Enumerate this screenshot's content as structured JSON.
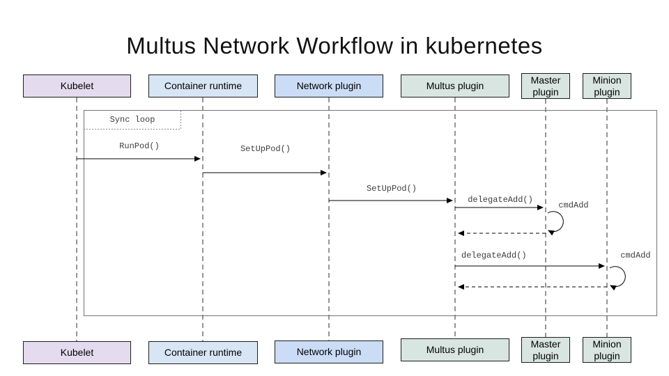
{
  "title": "Multus Network Workflow in kubernetes",
  "actors": [
    {
      "label": "Kubelet",
      "color": "#e4dbee"
    },
    {
      "label": "Container runtime",
      "color": "#d7e5f4"
    },
    {
      "label": "Network plugin",
      "color": "#cbdcf6"
    },
    {
      "label": "Multus plugin",
      "color": "#d9e5e0"
    },
    {
      "label": "Master plugin",
      "color": "#d9e5e0"
    },
    {
      "label": "Minion plugin",
      "color": "#d9e5e0"
    }
  ],
  "frame": {
    "sync_loop_label": "Sync loop"
  },
  "messages": [
    {
      "from": "Kubelet",
      "to": "Container runtime",
      "label": "RunPod()",
      "style": "solid"
    },
    {
      "from": "Container runtime",
      "to": "Network plugin",
      "label": "SetUpPod()",
      "style": "solid"
    },
    {
      "from": "Network plugin",
      "to": "Multus plugin",
      "label": "SetUpPod()",
      "style": "solid"
    },
    {
      "from": "Multus plugin",
      "to": "Master plugin",
      "label": "delegateAdd()",
      "style": "solid"
    },
    {
      "from": "Master plugin",
      "to": "Master plugin",
      "label": "cmdAdd",
      "style": "self-loop"
    },
    {
      "from": "Master plugin",
      "to": "Multus plugin",
      "label": "",
      "style": "dashed-return"
    },
    {
      "from": "Multus plugin",
      "to": "Minion plugin",
      "label": "delegateAdd()",
      "style": "solid"
    },
    {
      "from": "Minion plugin",
      "to": "Minion plugin",
      "label": "cmdAdd",
      "style": "self-loop"
    },
    {
      "from": "Minion plugin",
      "to": "Multus plugin",
      "label": "",
      "style": "dashed-return"
    }
  ]
}
